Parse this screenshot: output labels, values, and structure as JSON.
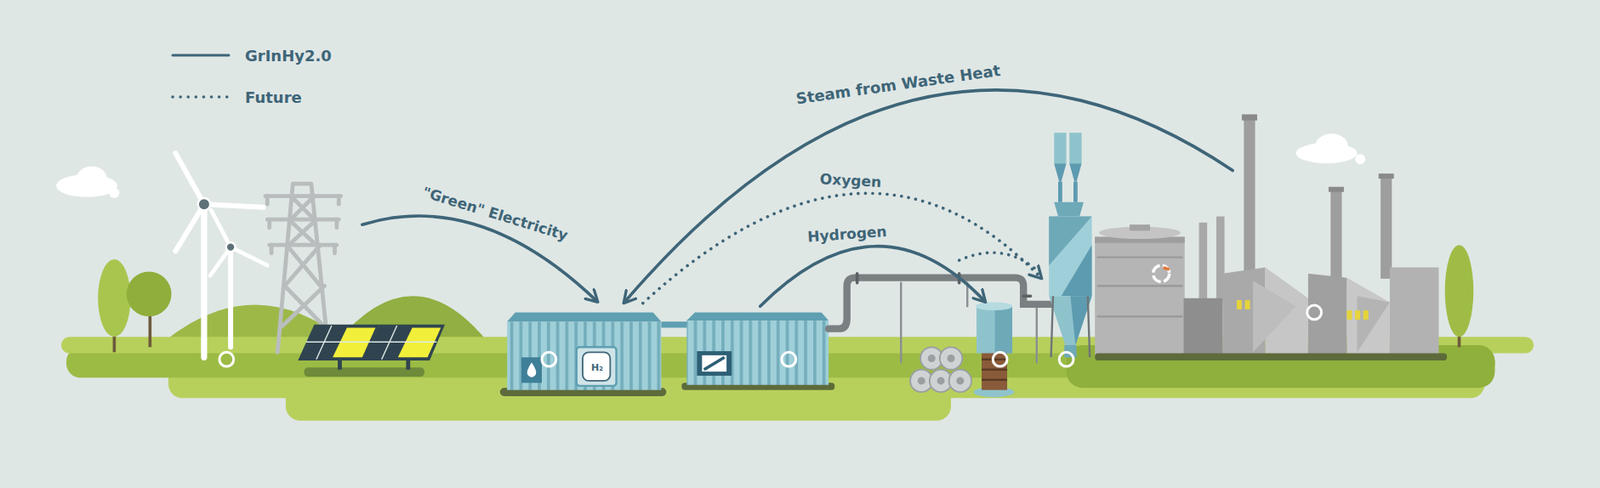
{
  "diagram": {
    "labels": [
      "\"Green\" Electricity",
      "Steam from Waste Heat",
      "Oxygen",
      "Hydrogen",
      "H₂"
    ],
    "legend": [
      {
        "text": "GrInHy2.0"
      },
      {
        "text": "Future"
      }
    ]
  }
}
